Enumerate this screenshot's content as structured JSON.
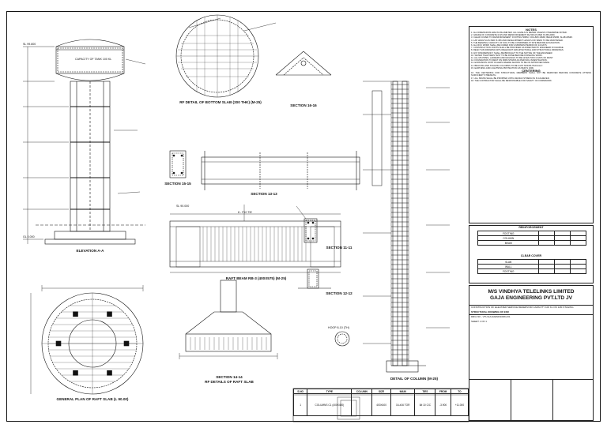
{
  "company": {
    "name": "M/S VINDHYA TELELINKS LIMITED",
    "contractor": "GAJA ENGINEERING PVT.LTD JV"
  },
  "views": {
    "elevation": "ELEVATION A-A",
    "plan": "GENERAL PLAN OF RAFT SLAB (L 90.00)",
    "rf_bottom": "RF DETAIL OF BOTTOM SLAB (200 THK) (M-25)",
    "section_1616": "SECTION 16-16",
    "section_1515": "SECTION 15-15",
    "section_1313": "SECTION 13-13",
    "raft_beam": "RAFT BEAM RB-3 (400X575) (M-25)",
    "section_1111": "SECTION 11-11",
    "section_1212": "SECTION 12-12",
    "section_1414_a": "SECTION 14-14",
    "section_1414_b": "RF DETAILS OF RAFT SLAB",
    "column": "DETAIL OF COLUMN (M-25)"
  },
  "annotations": {
    "capacity": "CAPACITY OF TANK 100 KL",
    "level_top": "SL 99.800",
    "level_mid": "SL 90.000",
    "level_gl": "GL 0.000",
    "hoop": "HOOP 8-10 (TH)",
    "ring": "8 - F10 TIE"
  },
  "notes": {
    "heading": "NOTES",
    "items": [
      "1. ALL DIMENSIONS ARE IN MILLIMETER. ALL LEVELS IN METER UNLESS OTHERWISE NOTED.",
      "2. GRADE OF CONCRETE M-25 AND REINFORCEMENT FE-500 AS PER IS 456-2000.",
      "3. CLEAR COVER TO REINFORCEMENT: FOOTING 50MM, COLUMN 40MM, BEAM 25MM, SLAB 20MM.",
      "4. LAP LENGTH AS PER IS 456 AND DEVELOPMENT LENGTH OF BARS TO BE MAINTAINED.",
      "5. THE BEARING CAPACITY OF SOIL TO BE CONFIRMED AT SITE BEFORE EXCAVATION.",
      "6. ALL RCC WORK SHALL BE CURED FOR A MINIMUM PERIOD OF 14 DAYS.",
      "7. CONSTRUCTION JOINTS SHALL BE PROVIDED AS DIRECTED BY ENGINEER IN CHARGE.",
      "8. READ THIS DRAWING WITH RELEVANT ARCHITECTURAL AND STRUCTURAL DRAWINGS.",
      "9. ANY DISCREPANCY SHALL BE BROUGHT TO THE NOTICE OF THE ENGINEER.",
      "10. WATER TIGHTNESS TEST TO BE DONE BEFORE FINISHING WORK.",
      "11. ALL MS PIPES, LADDERS AND RAILINGS TO BE GIVEN TWO COATS OF PAINT.",
      "12. FOUNDATION TO REST ON FIRM STRATA AS PER SOIL INVESTIGATION.",
      "13. EXPANSION JOINT FILLERS WHERE SHOWN TO BE OF APPROVED MAKE.",
      "14. BRACING AND STAGING COLUMNS TO BE CAST MONOLITHICALLY.",
      "15. EARTHING AND LIGHTNING PROTECTION AS PER IS 2309.",
      "CENTERING",
      "16. THE CENTERING FOR STRUCTURAL MEMBERS SHALL NOT BE REMOVED BEFORE CONCRETE ATTAINS SUFFICIENT STRENGTH.",
      "17. ALL SPANS SHALL BE PROPPED UNTIL DESIGN STRENGTH IS ACHIEVED.",
      "18. THE CONTRACTOR SHALL BE RESPONSIBLE FOR SAFETY OF FORMWORK."
    ]
  },
  "legend": {
    "title_a": "REINFORCEMENT",
    "title_b": "CLEAR COVER",
    "rows": [
      "FOOTING",
      "COLUMN",
      "BEAM",
      "SLAB",
      "WALL"
    ]
  },
  "schedule": {
    "headers": [
      "S.NO",
      "TYPE",
      "COLUMN",
      "SIZE",
      "MAIN",
      "TIES",
      "FROM",
      "TO"
    ],
    "row": [
      "1",
      "COLUMNS C1 (400X400)",
      "",
      "400X400",
      "16-#16 TOR",
      "8# 10 C/C",
      "-3.900",
      "+11.000"
    ]
  },
  "title_block": {
    "project": "CONSTRUCTION OF ELEVATED SERVICE RESERVOIR CAPACITY 100 KL ON 12M STAGING",
    "drawing_title": "STRUCTURAL DRAWING OF ESR",
    "drawing_no": "DRG NO - VTL/GAJA/ESR/100KL/01",
    "sheet": "SHEET 1 OF 1"
  }
}
